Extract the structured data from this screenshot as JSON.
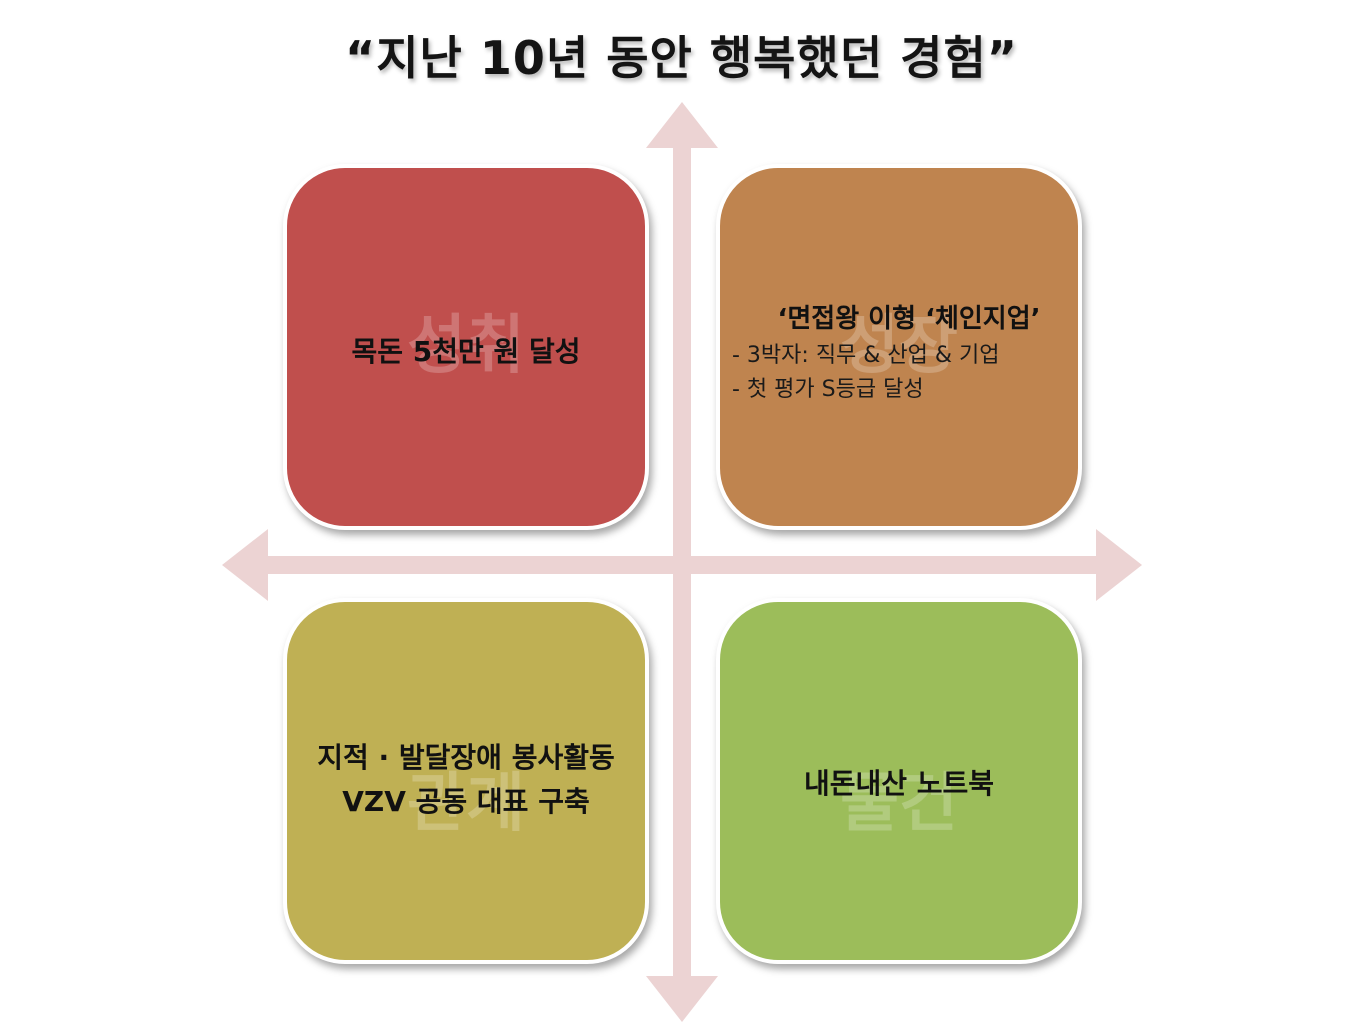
{
  "title": "“지난 10년 동안 행복했던 경험”",
  "quadrants": {
    "top_left": {
      "category": "성취",
      "text": "목돈 5천만 원 달성",
      "color": "#c04f4d"
    },
    "top_right": {
      "category": "성장",
      "heading": "‘면접왕 이형 ‘체인지업’",
      "bullets": [
        "- 3박자: 직무 & 산업 & 기업",
        "- 첫 평가 S등급 달성"
      ],
      "color": "#bf844f"
    },
    "bottom_left": {
      "category": "관계",
      "lines": [
        "지적 · 발달장애 봉사활동",
        "VZV 공동 대표 구축"
      ],
      "color": "#bfb054"
    },
    "bottom_right": {
      "category": "물건",
      "text": "내돈내산 노트북",
      "color": "#9cbd5a"
    }
  },
  "axis_color": "#ecd3d3"
}
